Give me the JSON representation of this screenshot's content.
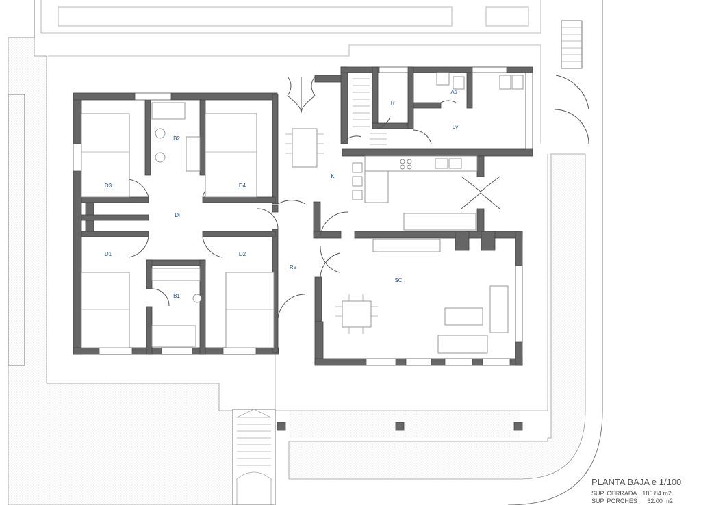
{
  "rooms": {
    "D3": "D3",
    "B2": "B2",
    "D4": "D4",
    "K": "K",
    "Tr": "Tr",
    "As": "As",
    "Lv": "Lv",
    "Di": "Di",
    "D1": "D1",
    "B1": "B1",
    "D2": "D2",
    "Re": "Re",
    "SC": "SC"
  },
  "title_block": {
    "title": "PLANTA BAJA e 1/100",
    "area_closed_label": "SUP. CERRADA",
    "area_closed_value": "186.84 m2",
    "area_porch_label": "SUP. PORCHES",
    "area_porch_value": "62.00 m2"
  },
  "colors": {
    "walls": "#666666",
    "labels": "#1f4f8f",
    "garden_hatch": "#d0d0d0"
  }
}
